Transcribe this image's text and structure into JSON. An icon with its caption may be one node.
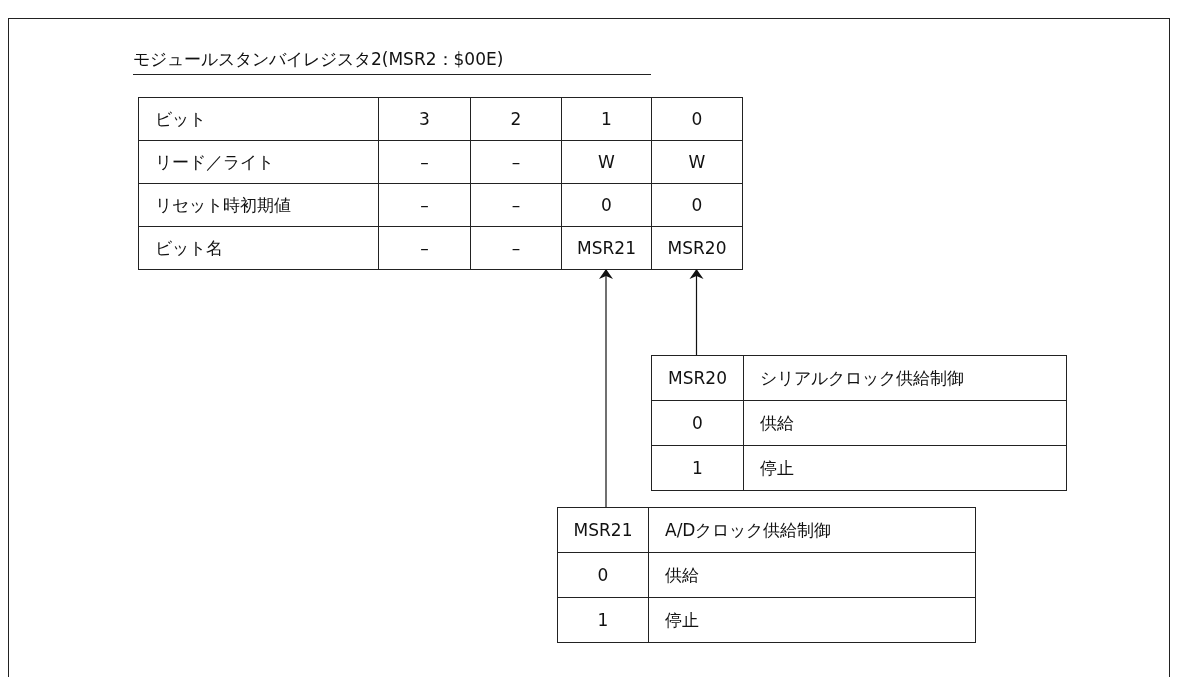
{
  "diagram": {
    "title": "モジュールスタンバイレジスタ2(MSR2：$00E)",
    "nodes": [
      {
        "text": [
          "MSR21"
        ]
      },
      {
        "text": [
          "MSR20"
        ]
      },
      {
        "text": [
          "MSR20",
          "シリアルクロック供給制御",
          "0",
          "供給",
          "1",
          "停止"
        ]
      },
      {
        "text": [
          "MSR21",
          "A/Dクロック供給制御",
          "0",
          "供給",
          "1",
          "停止"
        ]
      }
    ],
    "edges": [
      {
        "from": 2,
        "to": 1,
        "arrow": "to"
      },
      {
        "from": 3,
        "to": 0,
        "arrow": "to"
      }
    ],
    "labels": [
      "ビット",
      "3",
      "2",
      "1",
      "0",
      "リード／ライト",
      "–",
      "–",
      "W",
      "W",
      "リセット時初期値",
      "–",
      "–",
      "0",
      "0",
      "ビット名",
      "–",
      "–"
    ]
  }
}
